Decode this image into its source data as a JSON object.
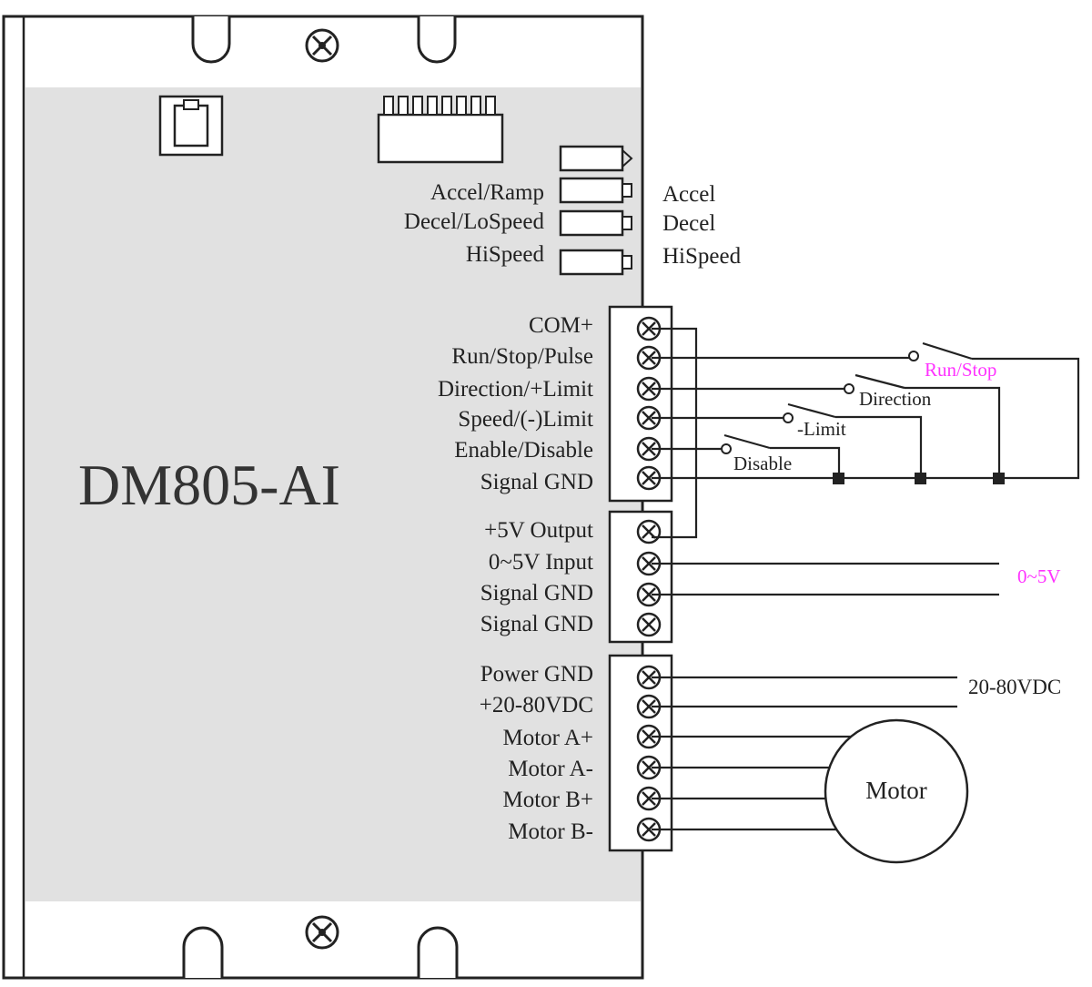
{
  "model_title": "DM805-AI",
  "colors": {
    "panel": "#e1e1e1",
    "outline": "#222222",
    "accent": "#ff33ff"
  },
  "pot_labels_left": [
    "Accel/Ramp",
    "Decel/LoSpeed",
    "HiSpeed"
  ],
  "pot_labels_right": [
    "Accel",
    "Decel",
    "HiSpeed"
  ],
  "control_terminals": [
    "COM+",
    "Run/Stop/Pulse",
    "Direction/+Limit",
    "Speed/(-)Limit",
    "Enable/Disable",
    "Signal GND"
  ],
  "analog_terminals": [
    "+5V Output",
    "0~5V Input",
    "Signal GND",
    "Signal GND"
  ],
  "power_terminals": [
    "Power GND",
    "+20-80VDC",
    "Motor A+",
    "Motor A-",
    "Motor B+",
    "Motor B-"
  ],
  "switches": {
    "run_stop": "Run/Stop",
    "direction": "Direction",
    "limit": "-Limit",
    "disable": "Disable"
  },
  "analog_input_label": "0~5V",
  "supply_label": "20-80VDC",
  "motor_label": "Motor",
  "icons": {
    "mount_screw": "screw-icon",
    "terminal": "terminal-screw-icon"
  }
}
